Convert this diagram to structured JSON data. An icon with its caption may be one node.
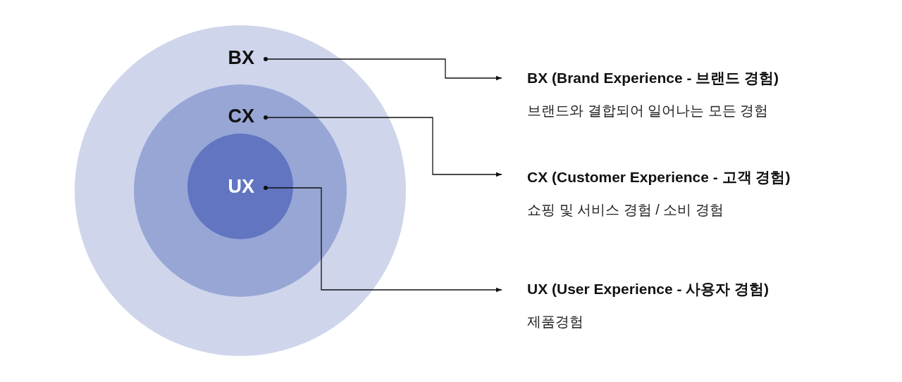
{
  "diagram": {
    "nodes": [
      {
        "text": [],
        "shape": "circle"
      },
      {
        "text": [
          "BX"
        ],
        "in": 0
      },
      {
        "text": [],
        "shape": "circle",
        "in": 0
      },
      {
        "text": [
          "CX"
        ],
        "in": 2
      },
      {
        "text": [],
        "shape": "circle",
        "in": 2
      },
      {
        "text": [
          "UX"
        ],
        "in": 4
      },
      {
        "text": [
          "BX (Brand Experience - 브랜드 경험)",
          "브랜드와 결합되어 일어나는 모든 경험"
        ]
      },
      {
        "text": [
          "CX (Customer Experience - 고객 경험)",
          "쇼핑 및 서비스 경험 / 소비 경험"
        ]
      },
      {
        "text": [
          "UX (User Experience - 사용자 경험)",
          "제품경험"
        ]
      }
    ],
    "edges": [
      {
        "from": 1,
        "to": 6,
        "arrow": "to"
      },
      {
        "from": 3,
        "to": 7,
        "arrow": "to"
      },
      {
        "from": 5,
        "to": 8,
        "arrow": "to"
      }
    ]
  }
}
